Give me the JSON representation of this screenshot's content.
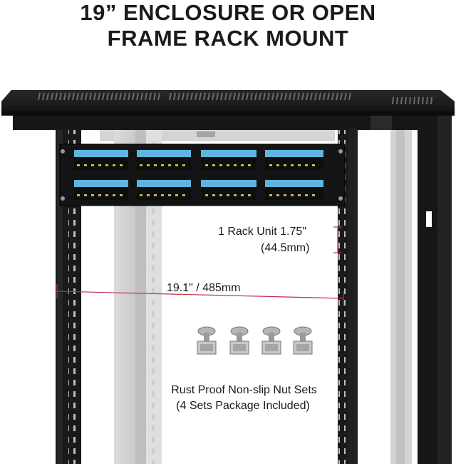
{
  "heading": {
    "line1": "19” ENCLOSURE OR OPEN",
    "line2": "FRAME RACK MOUNT"
  },
  "annotations": {
    "rack_unit_line1": "1 Rack Unit 1.75\"",
    "rack_unit_line2": "(44.5mm)",
    "rack_width": "19.1\" / 485mm",
    "nut_sets_line1": "Rust Proof Non-slip Nut Sets",
    "nut_sets_line2": "(4 Sets Package Included)"
  },
  "colors": {
    "frame": "#1c1c1c",
    "keystone_blue": "#5fb4e0",
    "measure_line": "#c0304a",
    "background": "#ffffff"
  },
  "icons": [
    "patch-panel-icon",
    "cage-nut-icon"
  ]
}
